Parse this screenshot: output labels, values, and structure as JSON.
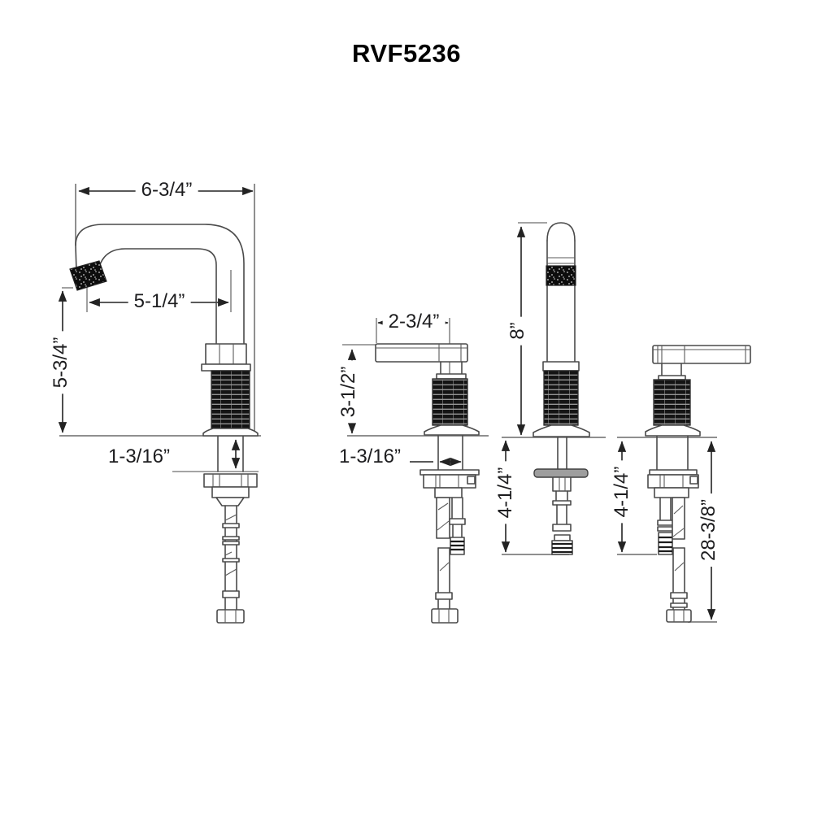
{
  "page": {
    "title": "RVF5236"
  },
  "dimensions": {
    "spout_side": {
      "spout_width": "6-3/4”",
      "spout_reach": "5-1/4”",
      "spout_height": "5-3/4”",
      "max_deck_thickness": "1-3/16”"
    },
    "handle_side": {
      "handle_length": "2-3/4”",
      "handle_height": "3-1/2”",
      "shank_width": "1-3/16”"
    },
    "spout_front": {
      "spout_column_height": "8”",
      "under_deck_shank_length": "4-1/4”"
    },
    "handle_front": {
      "under_deck_shank_length": "4-1/4”",
      "supply_hose_length": "28-3/8”"
    }
  }
}
